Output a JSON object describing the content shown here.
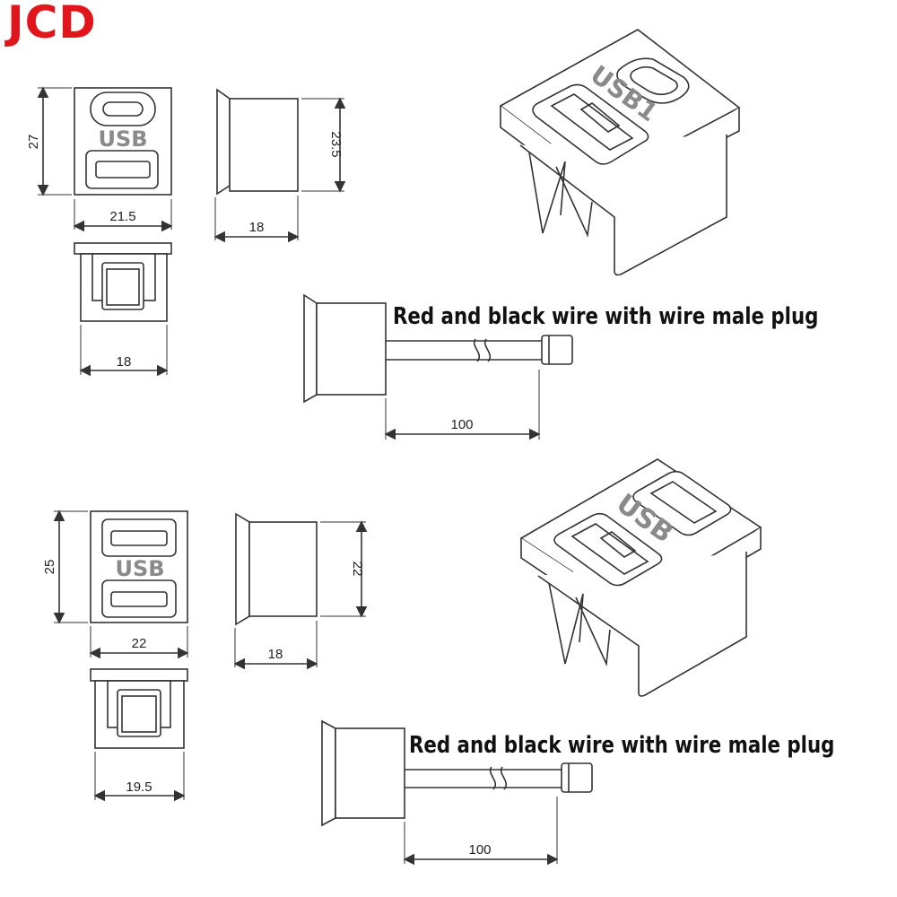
{
  "brand": "JCD",
  "top_product": {
    "front_label": "USB",
    "iso_label": "USB1",
    "height": "27",
    "width": "21.5",
    "side_height": "23.5",
    "side_depth": "18",
    "bottom_width": "18",
    "wire_length": "100",
    "caption": "Red and black wire with wire male plug"
  },
  "bottom_product": {
    "front_label": "USB",
    "iso_label": "USB",
    "height": "25",
    "width": "22",
    "side_height": "22",
    "side_depth": "18",
    "bottom_width": "19.5",
    "wire_length": "100",
    "caption": "Red and black wire with wire male plug"
  },
  "colors": {
    "brand": "#e0161c",
    "line": "#333333",
    "label_gray": "#8a8a8a"
  }
}
